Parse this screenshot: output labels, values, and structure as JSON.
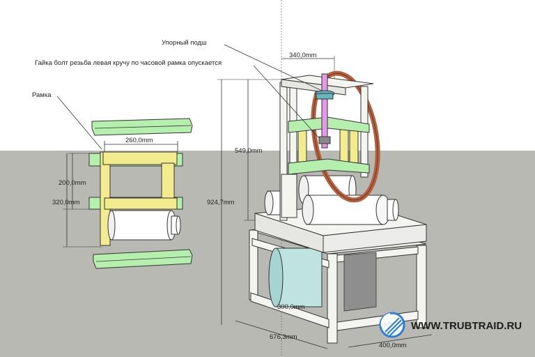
{
  "labels": {
    "thrust_bearing": "Упорный подш",
    "nut_bolt": "Гайка болт резьба левая  кручу по часовой рамка опускается",
    "frame": "Рамка"
  },
  "dimensions": {
    "d_340": "340,0mm",
    "d_260": "260,0mm",
    "d_549": "549,0mm",
    "d_200": "200,0mm",
    "d_320": "320,0mm",
    "d_924": "924,7mm",
    "d_300": "300,0mm",
    "d_676": "676,3mm",
    "d_400": "400,0mm"
  },
  "watermark": {
    "text": "WWW.TRUBTRAID.RU"
  },
  "colors": {
    "sky": "#ffffff",
    "ground": "#b9b9b4",
    "frame_white": "#f4f4f1",
    "frame_yellow": "#f2ec8e",
    "bar_green": "#b5efad",
    "wheel_brown": "#b4613f",
    "motor_cyan": "#bfe3e1",
    "screw_pink": "#e49ae8",
    "bearing_teal": "#63b6bb",
    "logo_blue": "#2b7fd6"
  }
}
